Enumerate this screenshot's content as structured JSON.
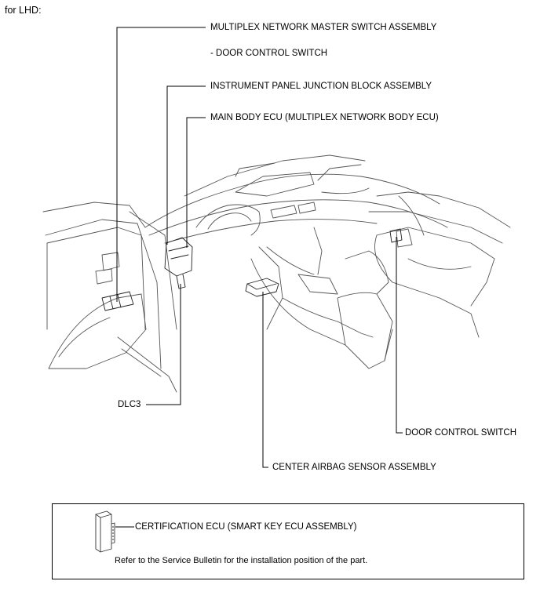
{
  "header": {
    "variant": "for LHD:"
  },
  "callouts": {
    "master_switch": "MULTIPLEX NETWORK MASTER SWITCH ASSEMBLY",
    "master_switch_sub": "- DOOR CONTROL SWITCH",
    "junction_block": "INSTRUMENT PANEL JUNCTION BLOCK ASSEMBLY",
    "body_ecu": "MAIN BODY ECU (MULTIPLEX NETWORK BODY ECU)",
    "dlc3": "DLC3",
    "door_control_switch": "DOOR CONTROL SWITCH",
    "airbag_sensor": "CENTER AIRBAG SENSOR ASSEMBLY"
  },
  "note": {
    "certification_ecu": "CERTIFICATION ECU (SMART KEY ECU ASSEMBLY)",
    "text": "Refer to the Service Bulletin for the installation position of the part."
  }
}
